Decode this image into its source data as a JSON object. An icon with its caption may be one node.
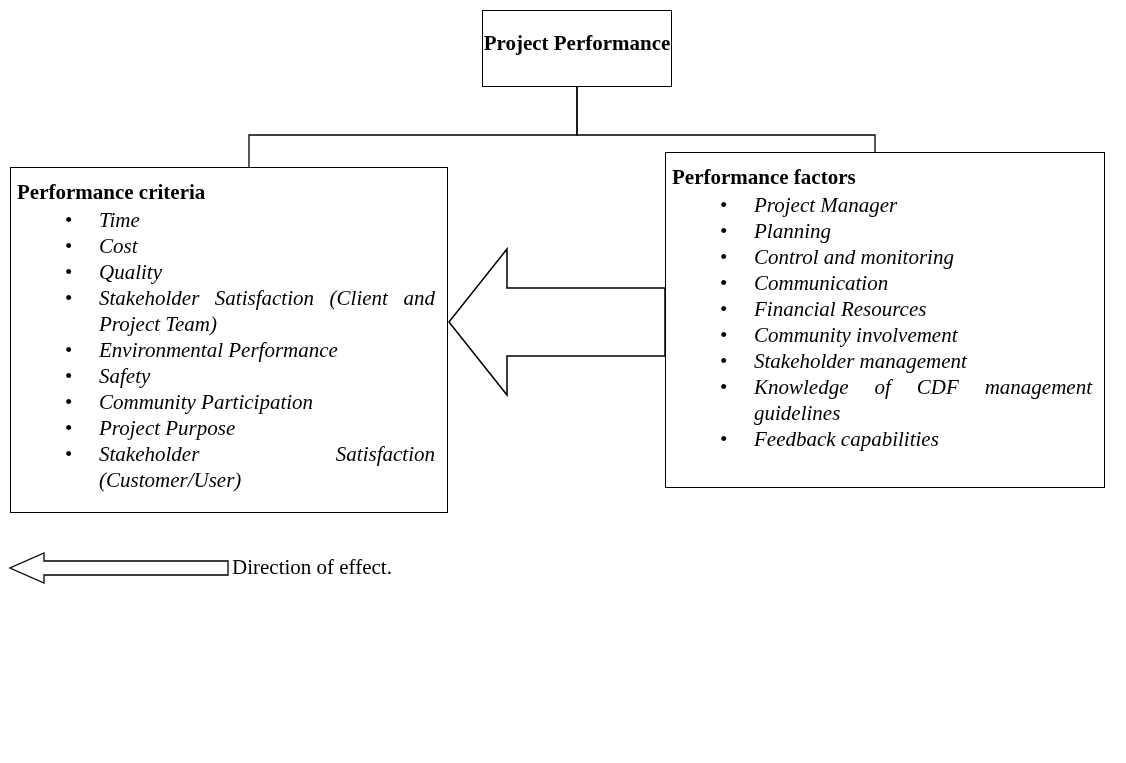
{
  "diagram": {
    "nodes": [
      {
        "text": [
          "Project Performance"
        ]
      },
      {
        "text": [
          "Performance criteria",
          "• Time",
          "• Cost",
          "• Quality",
          "• Stakeholder Satisfaction (Client and Project Team)",
          "• Environmental Performance",
          "• Safety",
          "• Community Participation",
          "• Project Purpose",
          "• Stakeholder Satisfaction (Customer/User)"
        ]
      },
      {
        "text": [
          "Performance factors",
          "• Project Manager",
          "• Planning",
          "• Control and monitoring",
          "• Communication",
          "• Financial Resources",
          "• Community involvement",
          "• Stakeholder management",
          "• Knowledge of CDF management guidelines",
          "• Feedback capabilities"
        ]
      }
    ],
    "edges": [
      {
        "from": 0,
        "to": 1,
        "arrow": "none"
      },
      {
        "from": 0,
        "to": 2,
        "arrow": "none"
      },
      {
        "from": 2,
        "to": 1,
        "arrow": "to",
        "style": "thick"
      }
    ],
    "legend": [
      {
        "text": "Direction of effect."
      }
    ]
  }
}
